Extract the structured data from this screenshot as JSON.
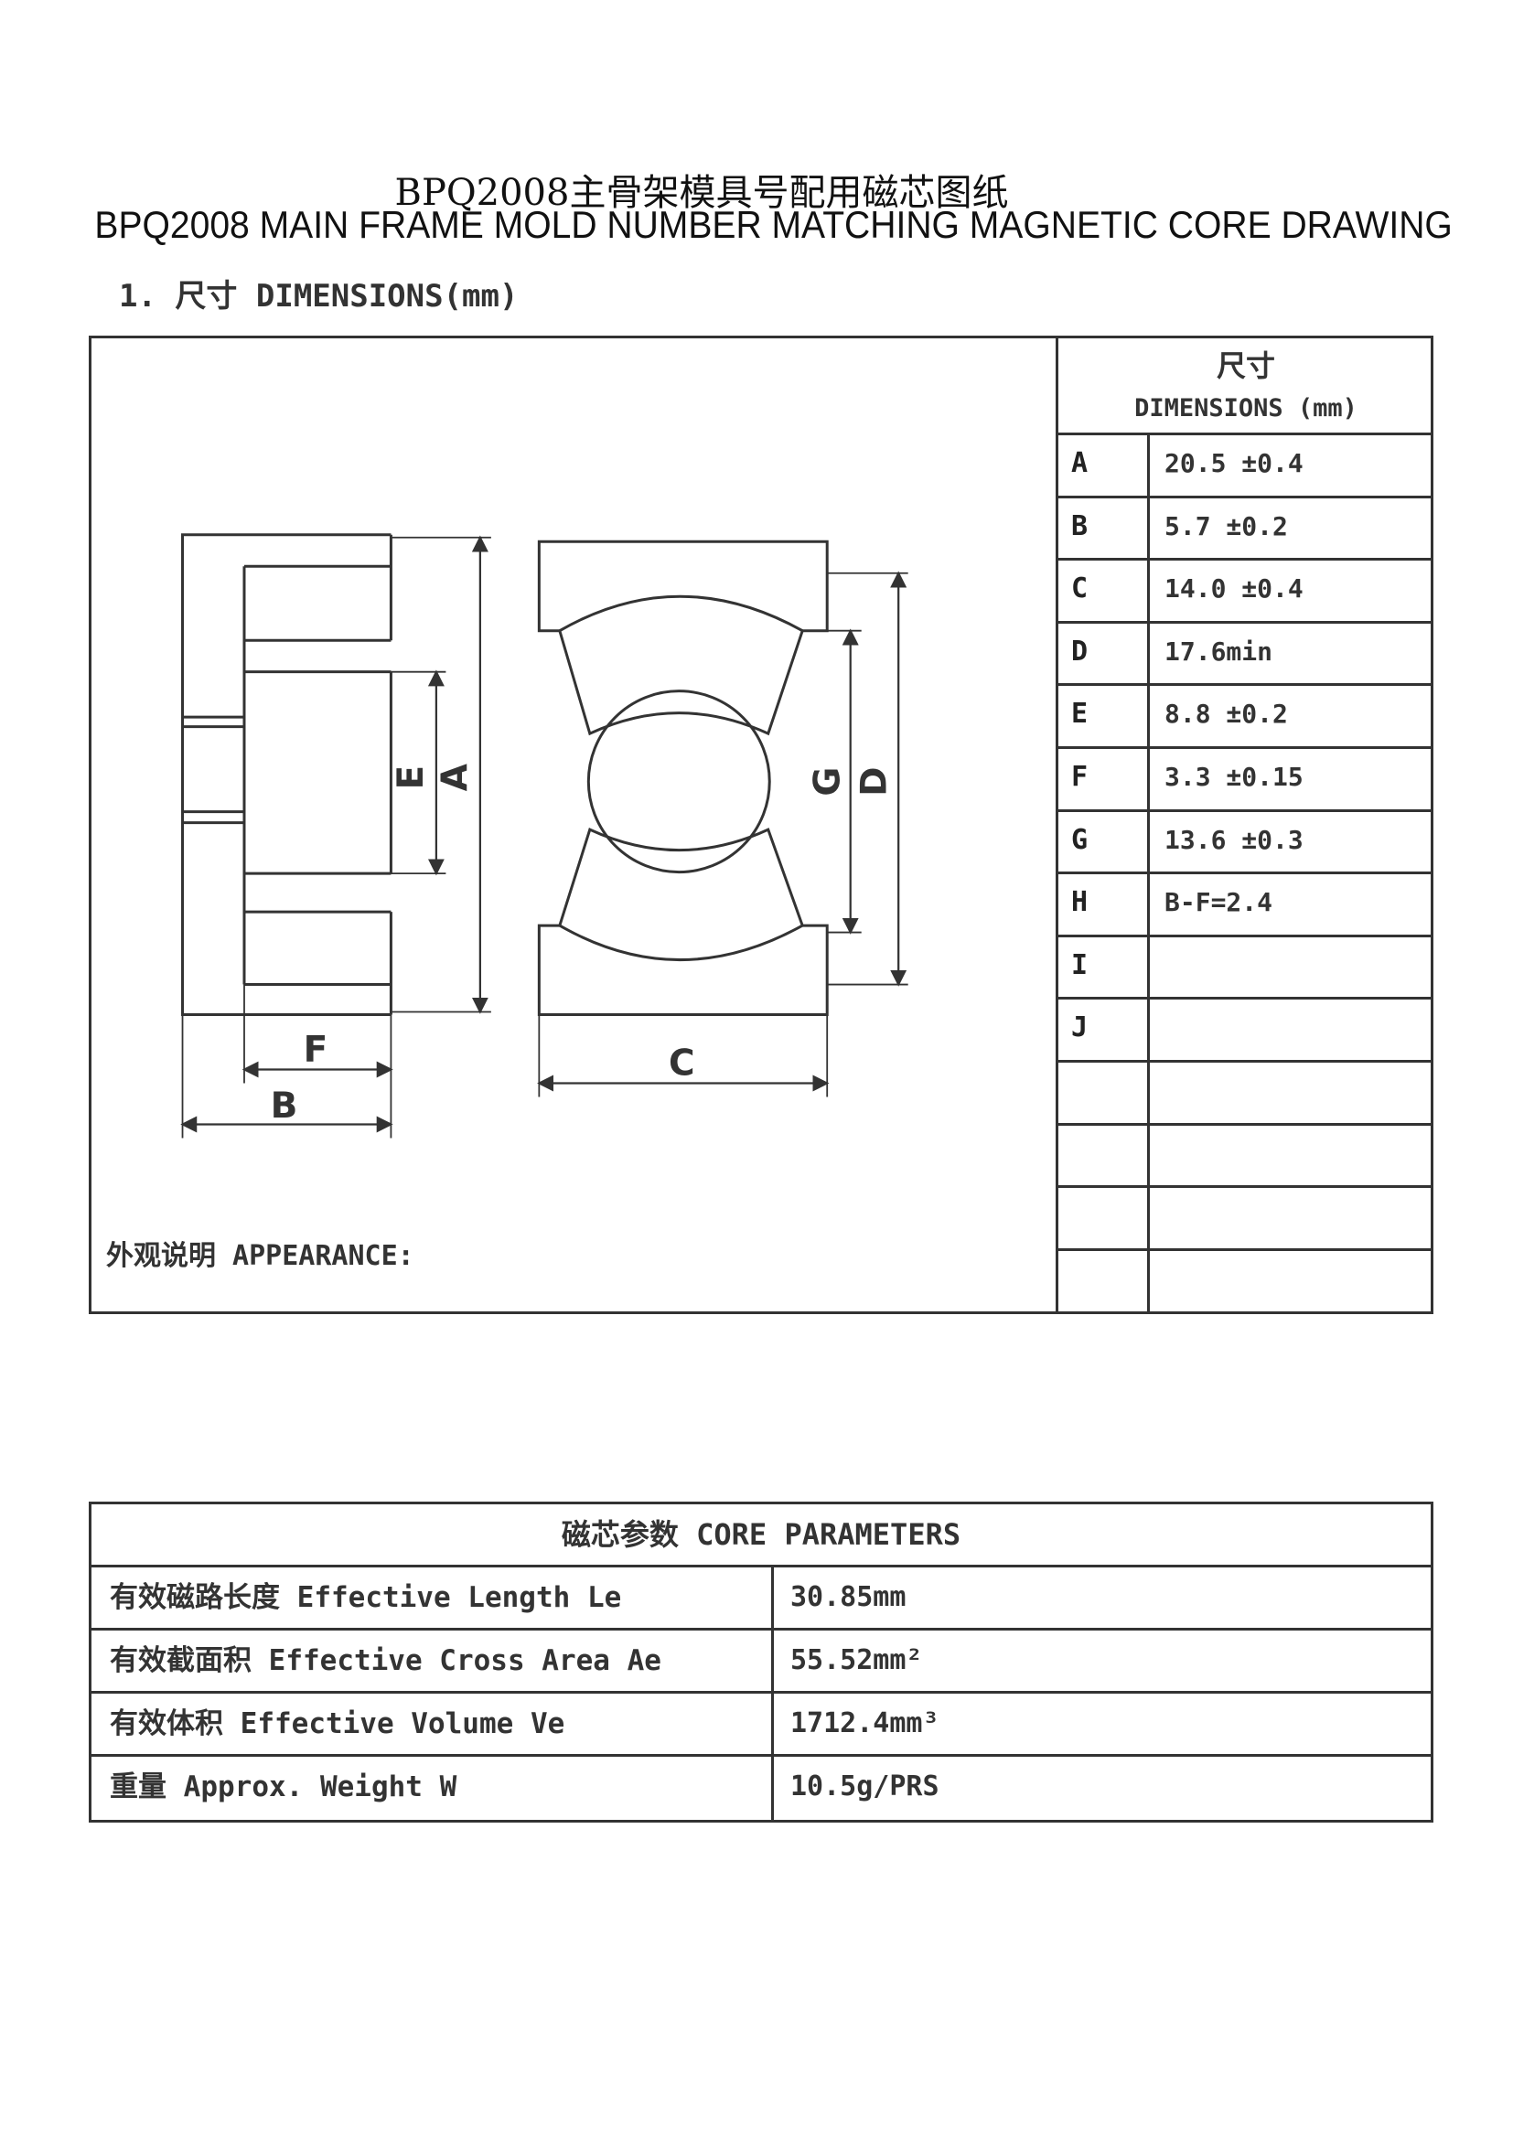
{
  "title": "BPQ2008主骨架模具号配用磁芯图纸",
  "subtitle": "BPQ2008 MAIN FRAME MOLD NUMBER MATCHING MAGNETIC CORE DRAWING",
  "section1": "1. 尺寸 DIMENSIONS(mm)",
  "appearance": "外观说明 APPEARANCE:",
  "drawing_labels": {
    "A": "A",
    "B": "B",
    "C": "C",
    "D": "D",
    "E": "E",
    "F": "F",
    "G": "G"
  },
  "dimensions": {
    "header_zh": "尺寸",
    "header_en": "DIMENSIONS (mm)",
    "rows": [
      {
        "key": "A",
        "value": "20.5 ±0.4"
      },
      {
        "key": "B",
        "value": "5.7 ±0.2"
      },
      {
        "key": "C",
        "value": "14.0 ±0.4"
      },
      {
        "key": "D",
        "value": "17.6min"
      },
      {
        "key": "E",
        "value": "8.8 ±0.2"
      },
      {
        "key": "F",
        "value": "3.3 ±0.15"
      },
      {
        "key": "G",
        "value": "13.6 ±0.3"
      },
      {
        "key": "H",
        "value": "B-F=2.4"
      },
      {
        "key": "I",
        "value": ""
      },
      {
        "key": "J",
        "value": ""
      },
      {
        "key": "",
        "value": ""
      },
      {
        "key": "",
        "value": ""
      },
      {
        "key": "",
        "value": ""
      },
      {
        "key": "",
        "value": ""
      }
    ]
  },
  "core_parameters": {
    "header": "磁芯参数    CORE PARAMETERS",
    "rows": [
      {
        "label": "有效磁路长度 Effective Length  Le",
        "value": "30.85mm"
      },
      {
        "label": "有效截面积 Effective Cross Area Ae",
        "value": "55.52mm²"
      },
      {
        "label": "有效体积 Effective Volume Ve",
        "value": "1712.4mm³"
      },
      {
        "label": "重量 Approx. Weight W",
        "value": "10.5g/PRS"
      }
    ]
  }
}
